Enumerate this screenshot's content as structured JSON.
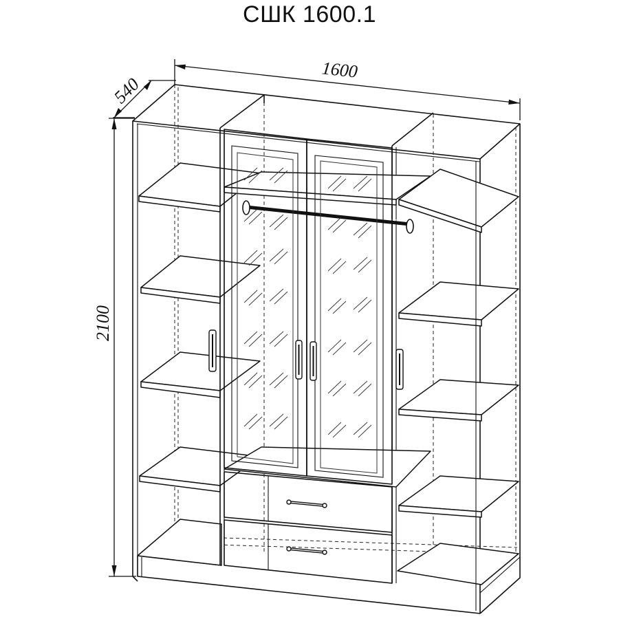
{
  "title": "СШК 1600.1",
  "dimensions": {
    "width": "1600",
    "depth": "540",
    "height": "2100"
  }
}
